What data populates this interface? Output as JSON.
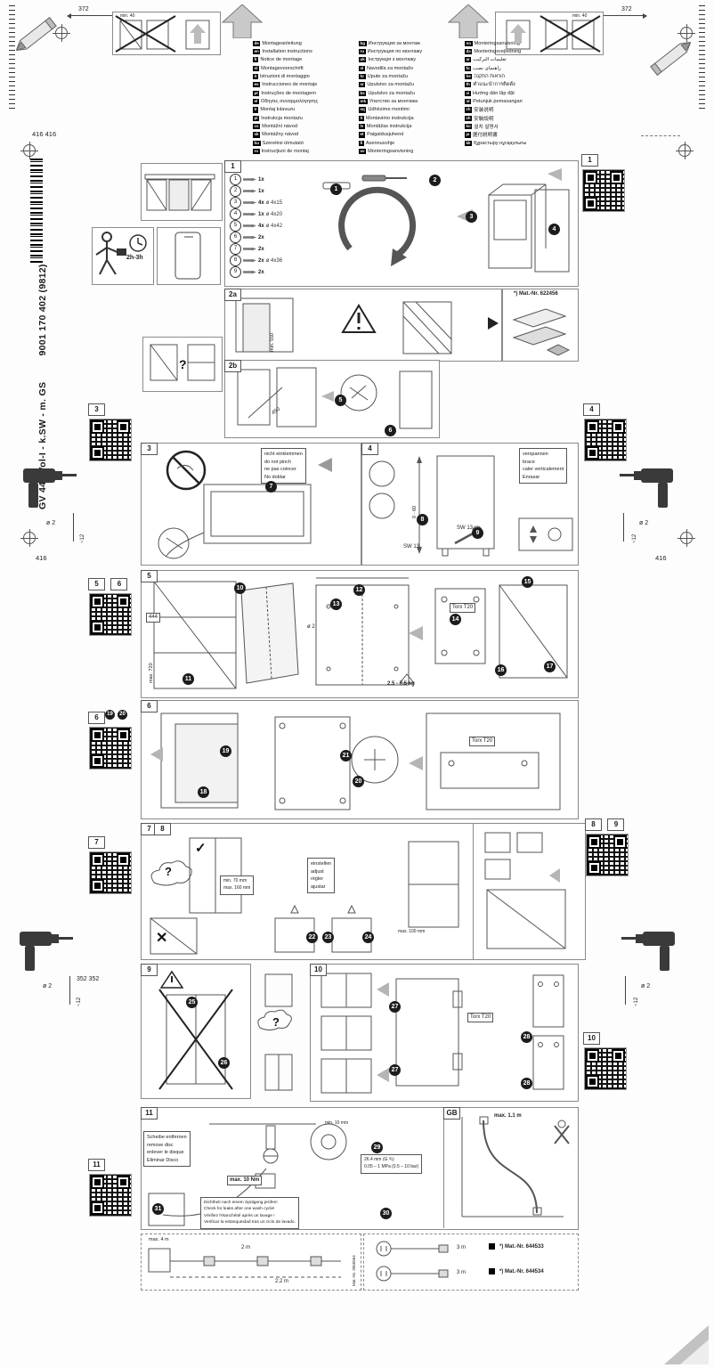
{
  "meta": {
    "product_line": "GV 440 Vol-I - k.SW - m. GS",
    "doc_number": "9001 170 402 (9812)"
  },
  "icons": {
    "question": "?",
    "check": "✓",
    "cross": "✕"
  },
  "dims": {
    "d372": "372",
    "d416_416": "416 416",
    "d416": "416",
    "d352": "352 352",
    "dia2": "ø 2",
    "depth12": "~12",
    "min40": "min. 40",
    "min550": "min. 550",
    "d450": "450",
    "max720": "max. 720",
    "d444": "444",
    "weight": "2.5 - 7.5 kg",
    "range060": "0 - 60",
    "min70": "min. 70 mm",
    "max160": "max. 160 mm",
    "max100": "max. 100 mm",
    "thread": "26.4 mm (G ¾)",
    "pressure": "0.05 – 1 MPa (0.5 – 10 bar)",
    "min10": "min. 10 mm",
    "max11m": "max. 1.1 m",
    "max4m": "max. 4 m",
    "len2m": "2 m",
    "len22m": "2.2 m",
    "len3m_a": "3 m",
    "len3m_b": "3 m"
  },
  "labels": {
    "sw13": "SW 13",
    "torx": "Torx T20",
    "gb": "GB",
    "time": "2h-3h",
    "torque": "max. 10 Nm",
    "mat_622456": "*) Mat.-Nr. 622456",
    "mat_644533": "*) Mat.-Nr. 644533",
    "mat_644534": "*) Mat.-Nr. 644534",
    "mat_side": "Mat.-Nr. 3555564"
  },
  "steps": {
    "s1": "1",
    "s2a": "2a",
    "s2b": "2b",
    "s3": "3",
    "s4": "4",
    "s5": "5",
    "s6": "6",
    "s7": "7",
    "s8": "8",
    "s9": "9",
    "s10": "10",
    "s11": "11"
  },
  "qr": {
    "q1": "1",
    "q3": "3",
    "q4": "4",
    "q5": "5",
    "q6": "6",
    "q6b": "6",
    "q7": "7",
    "q8": "8",
    "q9": "9",
    "q10": "10",
    "q11": "11"
  },
  "notes": {
    "no_pinch": [
      "nicht einklemmen",
      "do not pinch",
      "ne pas coincer",
      "No doblar"
    ],
    "brace": [
      "verspannen",
      "brace",
      "caler verticalement",
      "Enrasar"
    ],
    "adjust": [
      "einstellen",
      "adjust",
      "régler",
      "ajustar"
    ],
    "remove_disc": [
      "Scheibe entfernen",
      "remove disc",
      "enlever le disque",
      "Eliminar Disco"
    ],
    "leak_check": [
      "Dichtheit nach einem Spülgang prüfen!",
      "Check for leaks after one wash cycle!",
      "Vérifiez l'étanchéité après un lavage !",
      "Verificar la estanqueidad tras un ciclo de lavado."
    ]
  },
  "parts": [
    {
      "num": "1",
      "qty": "1x",
      "size": ""
    },
    {
      "num": "2",
      "qty": "1x",
      "size": ""
    },
    {
      "num": "3",
      "qty": "4x",
      "size": "ø 4x15"
    },
    {
      "num": "4",
      "qty": "1x",
      "size": "ø 4x20"
    },
    {
      "num": "5",
      "qty": "4x",
      "size": "ø 4x42"
    },
    {
      "num": "6",
      "qty": "2x",
      "size": ""
    },
    {
      "num": "7",
      "qty": "2x",
      "size": ""
    },
    {
      "num": "8",
      "qty": "2x",
      "size": "ø 4x36"
    },
    {
      "num": "9",
      "qty": "2x",
      "size": ""
    }
  ],
  "languages": {
    "col1": [
      {
        "code": "de",
        "label": "Montageanleitung"
      },
      {
        "code": "en",
        "label": "Installation instructions"
      },
      {
        "code": "fr",
        "label": "Notice de montage"
      },
      {
        "code": "nl",
        "label": "Montagevoorschrift"
      },
      {
        "code": "it",
        "label": "Istruzioni di montaggio"
      },
      {
        "code": "es",
        "label": "Instrucciones de montaje"
      },
      {
        "code": "pt",
        "label": "Instruções de montagem"
      },
      {
        "code": "el",
        "label": "Οδηγίες συναρμολόγησης"
      },
      {
        "code": "tr",
        "label": "Montaj kılavuzu"
      },
      {
        "code": "pl",
        "label": "Instrukcja montażu"
      },
      {
        "code": "cs",
        "label": "Montážní návod"
      },
      {
        "code": "sk",
        "label": "Montážny návod"
      },
      {
        "code": "hu",
        "label": "Szerelési útmutató"
      },
      {
        "code": "ro",
        "label": "Instrucţiuni de montaj"
      }
    ],
    "col2": [
      {
        "code": "bg",
        "label": "Инструкция за монтаж"
      },
      {
        "code": "ru",
        "label": "Инструкция по монтажу"
      },
      {
        "code": "uk",
        "label": "Інструкція з монтажу"
      },
      {
        "code": "sl",
        "label": "Navodila za montažo"
      },
      {
        "code": "hr",
        "label": "Upute za montažu"
      },
      {
        "code": "sr",
        "label": "Uputstvo za montažu"
      },
      {
        "code": "bs",
        "label": "Uputstvo za montažu"
      },
      {
        "code": "mk",
        "label": "Упатство за монтажа"
      },
      {
        "code": "sq",
        "label": "Udhëzime montimi"
      },
      {
        "code": "lt",
        "label": "Montavimo instrukcija"
      },
      {
        "code": "lv",
        "label": "Montāžas instrukcija"
      },
      {
        "code": "et",
        "label": "Paigaldusjuhend"
      },
      {
        "code": "fi",
        "label": "Asennusohje"
      },
      {
        "code": "sv",
        "label": "Monteringsanvisning"
      }
    ],
    "col3": [
      {
        "code": "no",
        "label": "Monteringsanvisning"
      },
      {
        "code": "da",
        "label": "Monteringsvejledning"
      },
      {
        "code": "ar",
        "label": "تعليمات التركيب"
      },
      {
        "code": "fa",
        "label": "راهنمای نصب"
      },
      {
        "code": "he",
        "label": "הוראות התקנה"
      },
      {
        "code": "th",
        "label": "คำแนะนำการติดตั้ง"
      },
      {
        "code": "vi",
        "label": "Hướng dẫn lắp đặt"
      },
      {
        "code": "id",
        "label": "Petunjuk pemasangan"
      },
      {
        "code": "zh",
        "label": "安装说明"
      },
      {
        "code": "zh",
        "label": "安裝說明"
      },
      {
        "code": "ko",
        "label": "설치 설명서"
      },
      {
        "code": "ja",
        "label": "据付説明書"
      },
      {
        "code": "kk",
        "label": "Құрастыру нұсқаулығы"
      }
    ]
  },
  "circles": {
    "c1": "1",
    "c2": "2",
    "c3": "3",
    "c4": "4",
    "c5": "5",
    "c6": "6",
    "c7": "7",
    "c8": "8",
    "c9": "9",
    "c10": "10",
    "c11": "11",
    "c12": "12",
    "c13": "13",
    "c14": "14",
    "c15": "15",
    "c16": "16",
    "c17": "17",
    "c18": "18",
    "c19": "19",
    "c20": "20",
    "c21": "21",
    "c22": "22",
    "c23": "23",
    "c24": "24",
    "c25": "25",
    "c26": "26",
    "c27": "27",
    "c28": "28",
    "c29": "29",
    "c30": "30",
    "c31": "31"
  }
}
